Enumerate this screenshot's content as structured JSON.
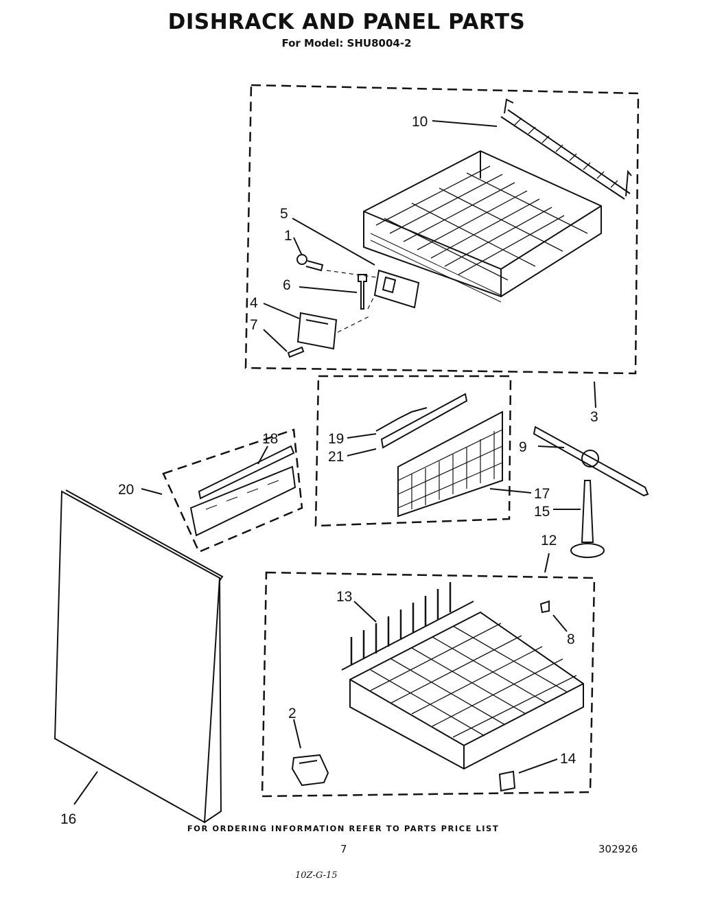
{
  "header": {
    "title": "DISHRACK AND PANEL PARTS",
    "subtitle": "For Model: SHU8004-2"
  },
  "callouts": {
    "c1": "1",
    "c2": "2",
    "c3": "3",
    "c4": "4",
    "c5": "5",
    "c6": "6",
    "c7": "7",
    "c8": "8",
    "c9": "9",
    "c10": "10",
    "c12": "12",
    "c13": "13",
    "c14": "14",
    "c15": "15",
    "c16": "16",
    "c17": "17",
    "c18": "18",
    "c19": "19",
    "c20": "20",
    "c21": "21"
  },
  "footer": {
    "ordering_note": "FOR ORDERING INFORMATION REFER TO PARTS PRICE LIST",
    "page_number": "7",
    "document_number": "302926",
    "handwritten_note": "10Z-G-15"
  }
}
